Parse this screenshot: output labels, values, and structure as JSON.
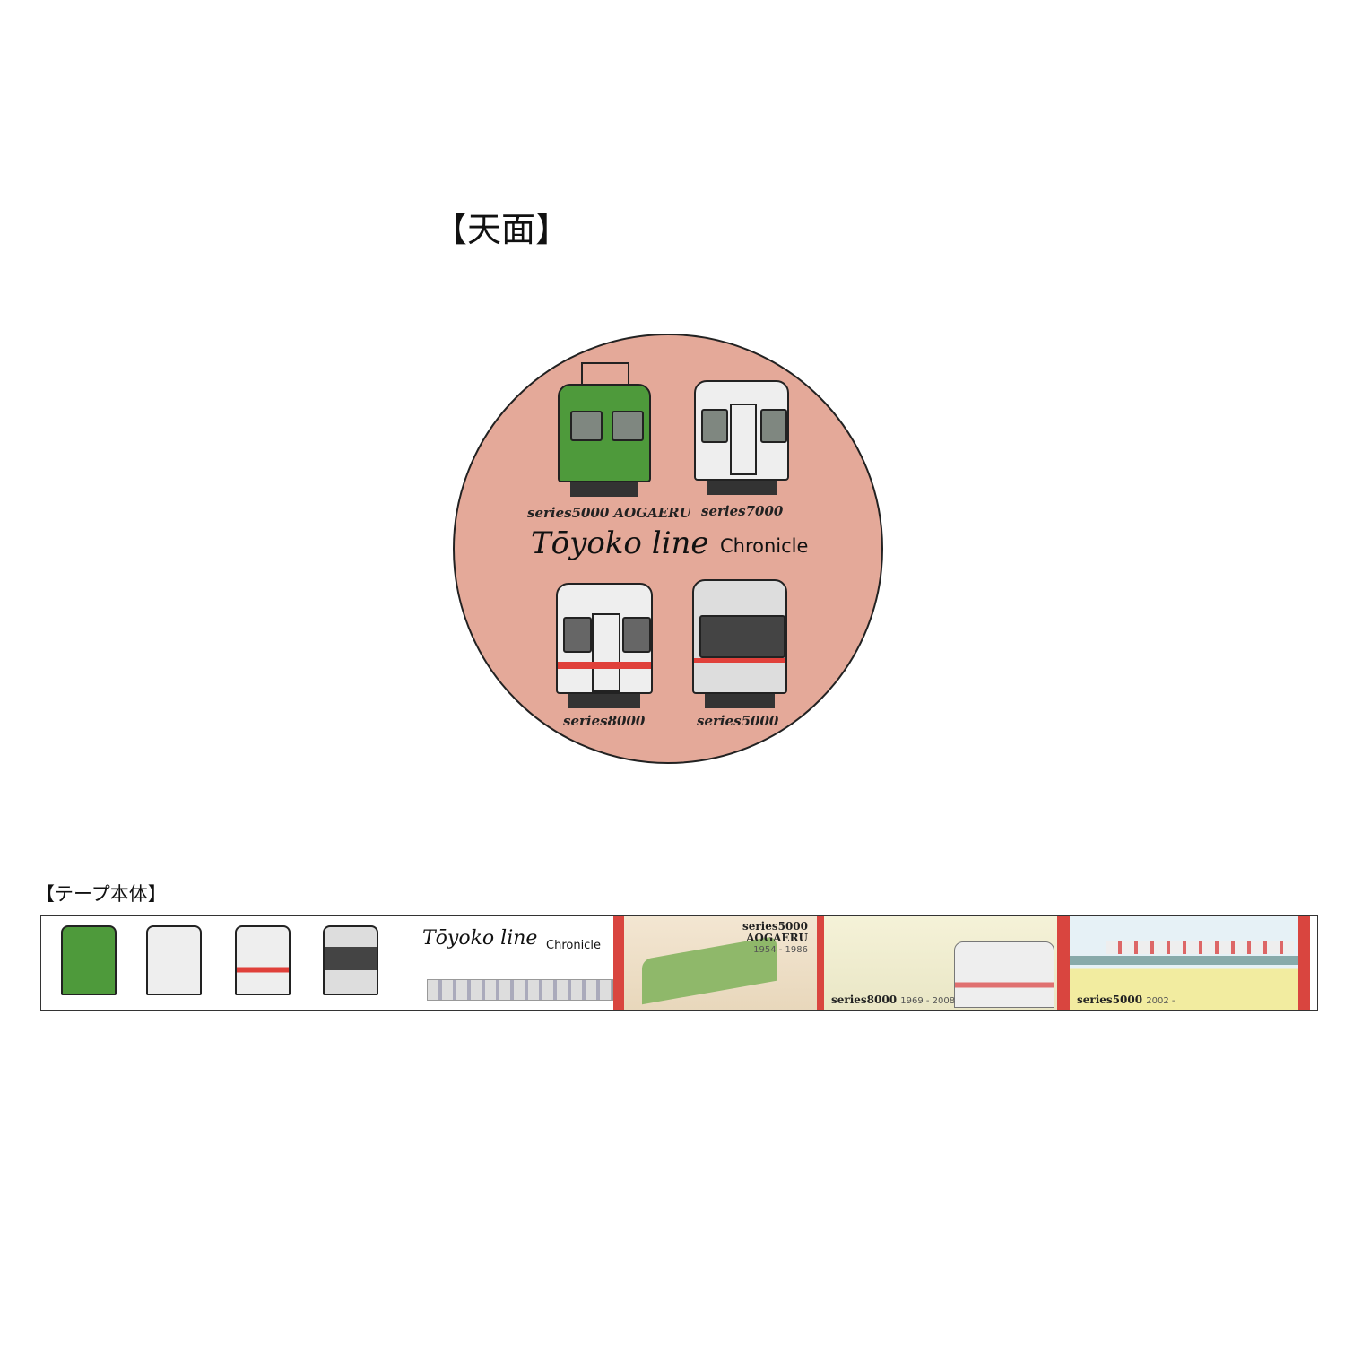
{
  "top_heading": "【天面】",
  "tape_heading": "【テープ本体】",
  "colors": {
    "circle": "#e4a999",
    "green_train": "#4e9a3b",
    "white_train": "#eeeeee",
    "red_stripe": "#e0403a",
    "tape_red": "#d9453f"
  },
  "circle": {
    "labels": {
      "series5000_aogaeru": "series5000 AOGAERU",
      "series7000": "series7000",
      "series8000": "series8000",
      "series5000": "series5000"
    },
    "title_script": "Tōyoko line",
    "title_chronicle": "Chronicle"
  },
  "tape": {
    "title_script": "Tōyoko line",
    "title_chronicle": "Chronicle",
    "panels": [
      {
        "series": "series5000",
        "name": "AOGAERU",
        "years": "1954 - 1986"
      },
      {
        "series": "series8000",
        "years": "1969 - 2008"
      },
      {
        "series": "series5000",
        "years": "2002 -"
      }
    ]
  }
}
